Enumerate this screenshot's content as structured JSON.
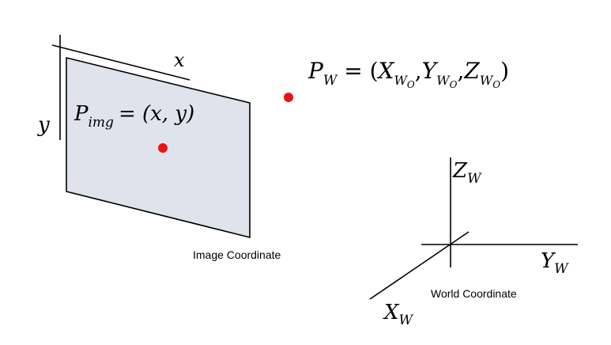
{
  "colors": {
    "plane_fill": "#dee3ec",
    "point_color": "#ee1111",
    "line_color": "#000000"
  },
  "image_plane": {
    "x_axis_label": "x",
    "y_axis_label": "y",
    "point_label_P": "P",
    "point_label_sub": "img",
    "point_label_rhs": "= (x, y)",
    "caption": "Image Coordinate"
  },
  "world_point": {
    "P": "P",
    "P_sub": "W",
    "eq": " = (",
    "X": "X",
    "Y": "Y",
    "Z": "Z",
    "sub_W": "W",
    "sub_O": "O",
    "comma": ",",
    "close": ")"
  },
  "world_axes": {
    "x_label": "X",
    "y_label": "Y",
    "z_label": "Z",
    "subscript": "W",
    "caption": "World Coordinate"
  }
}
